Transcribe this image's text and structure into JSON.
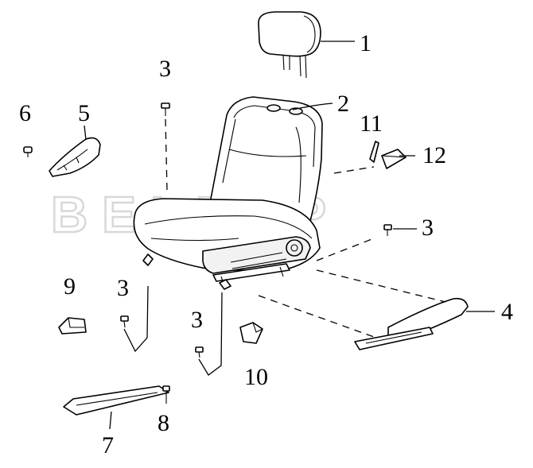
{
  "watermark": "BELZAP",
  "callouts": [
    {
      "id": "c1",
      "label": "1"
    },
    {
      "id": "c2",
      "label": "2"
    },
    {
      "id": "c3a",
      "label": "3"
    },
    {
      "id": "c3b",
      "label": "3"
    },
    {
      "id": "c3c",
      "label": "3"
    },
    {
      "id": "c3d",
      "label": "3"
    },
    {
      "id": "c4",
      "label": "4"
    },
    {
      "id": "c5",
      "label": "5"
    },
    {
      "id": "c6",
      "label": "6"
    },
    {
      "id": "c7",
      "label": "7"
    },
    {
      "id": "c8",
      "label": "8"
    },
    {
      "id": "c9",
      "label": "9"
    },
    {
      "id": "c10",
      "label": "10"
    },
    {
      "id": "c11",
      "label": "11"
    },
    {
      "id": "c12",
      "label": "12"
    }
  ]
}
